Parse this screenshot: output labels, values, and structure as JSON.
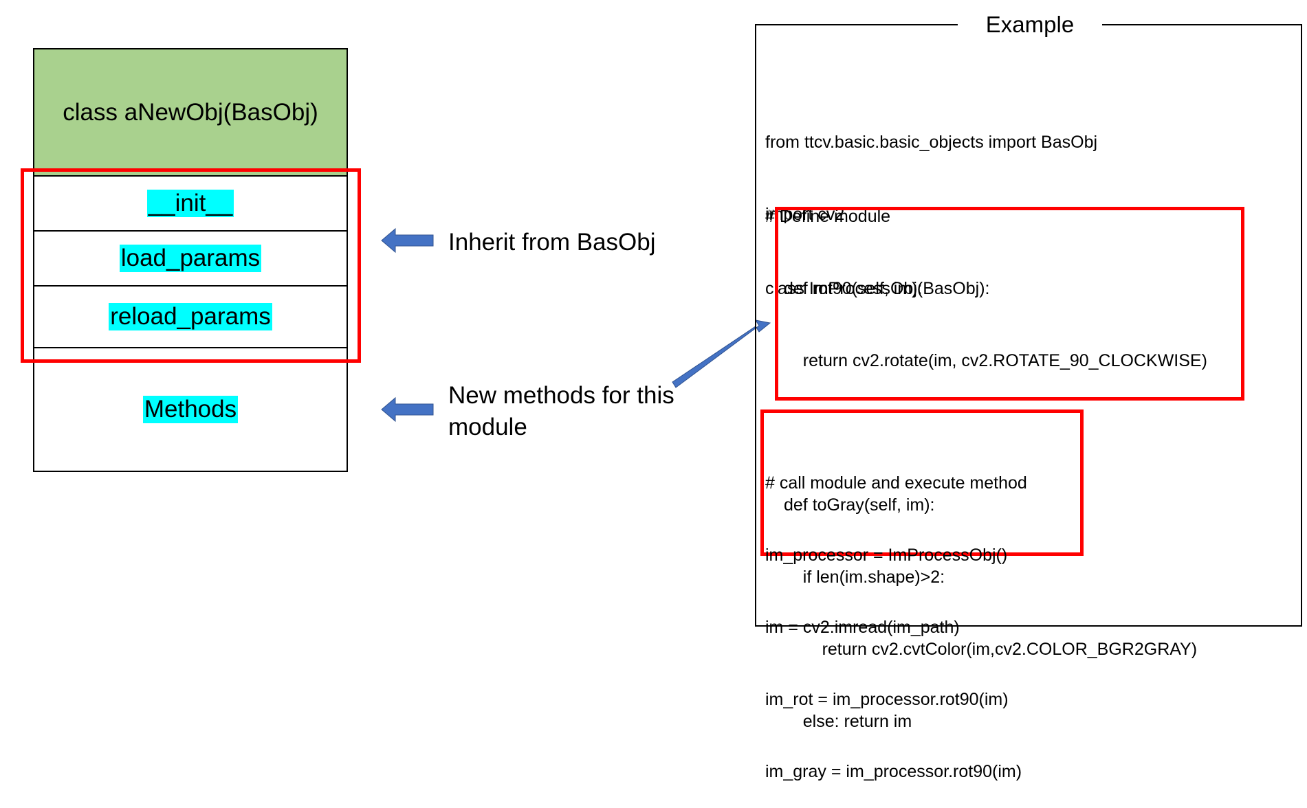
{
  "class_diagram": {
    "header": "class aNewObj(BasObj)",
    "rows": [
      "__init__",
      "load_params",
      "reload_params"
    ],
    "methods": "Methods"
  },
  "annotations": {
    "inherit": "Inherit from BasObj",
    "new_methods_line1": "New methods for this",
    "new_methods_line2": "module"
  },
  "example": {
    "title": "Example",
    "imports": [
      "from ttcv.basic.basic_objects import BasObj",
      "import cv2"
    ],
    "define_comment": "# Define module",
    "class_line": "class ImProcessObj(BasObj):",
    "methods_block": [
      "def rot90(self, im):",
      "    return cv2.rotate(im, cv2.ROTATE_90_CLOCKWISE)",
      "",
      "def toGray(self, im):",
      "    if len(im.shape)>2:",
      "        return cv2.cvtColor(im,cv2.COLOR_BGR2GRAY)",
      "    else: return im"
    ],
    "call_block": [
      "# call module and execute method",
      "im_processor = ImProcessObj()",
      "im = cv2.imread(im_path)",
      "im_rot = im_processor.rot90(im)",
      "im_gray = im_processor.rot90(im)"
    ]
  },
  "colors": {
    "header_fill": "#a9d18e",
    "highlight": "#00ffff",
    "red_box": "#ff0000",
    "arrow": "#4472c4"
  }
}
